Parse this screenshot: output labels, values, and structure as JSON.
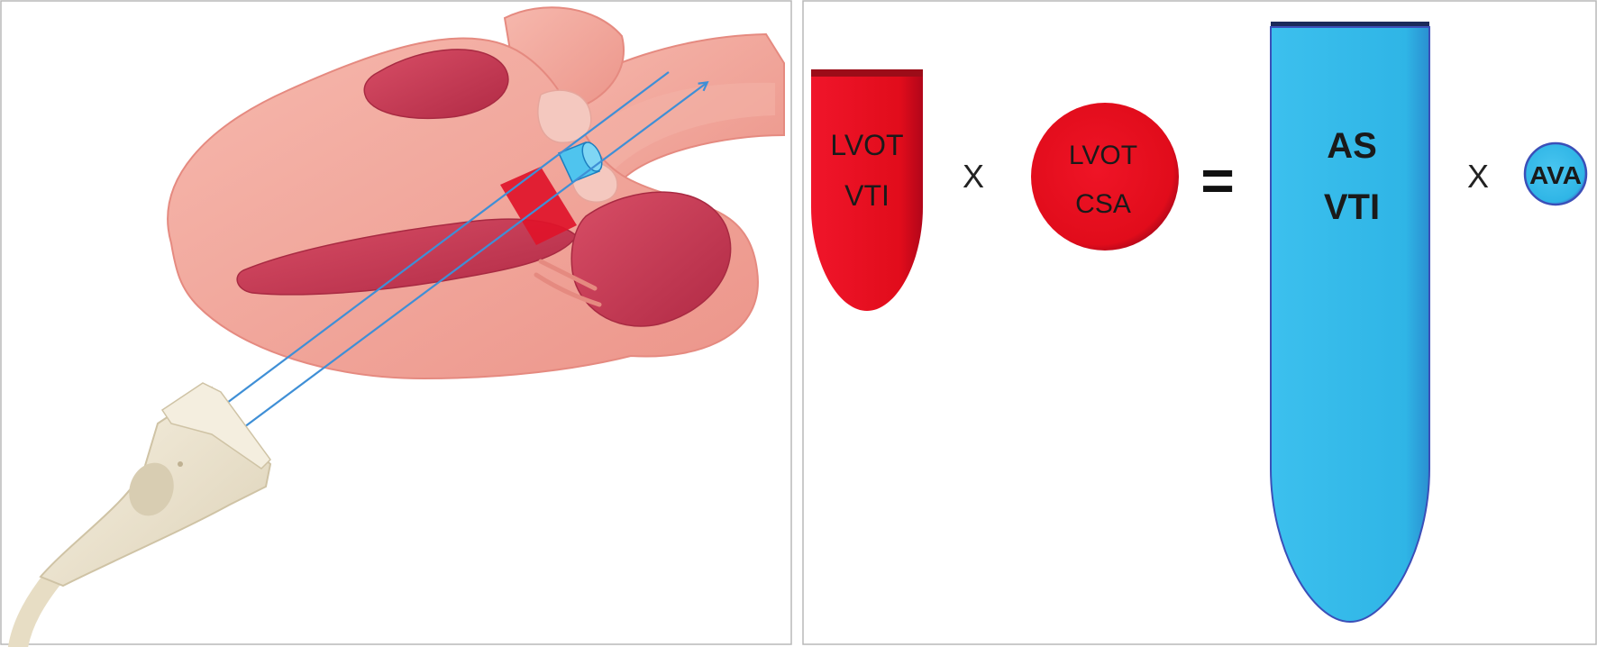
{
  "left_panel": {
    "illustration": "heart-long-axis-with-doppler-probe"
  },
  "right_panel": {
    "lvot_vti": {
      "line1": "LVOT",
      "line2": "VTI",
      "color": "#e10c1b"
    },
    "op_multiply_1": "X",
    "lvot_csa": {
      "line1": "LVOT",
      "line2": "CSA",
      "color": "#e10c1b"
    },
    "op_equals": "=",
    "as_vti": {
      "line1": "AS",
      "line2": "VTI",
      "color": "#2fb5e6"
    },
    "op_multiply_2": "X",
    "ava": {
      "label": "AVA",
      "color": "#2fb5e6"
    }
  },
  "colors": {
    "doppler_line": "#3f8fd6",
    "heart_muscle": "#f2a69c",
    "heart_chamber": "#c93a52",
    "probe": "#efe7d3"
  }
}
